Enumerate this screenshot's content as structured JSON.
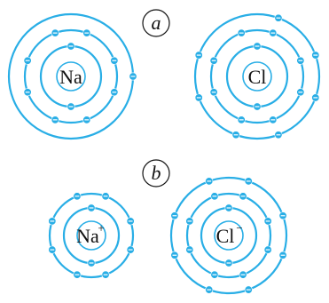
{
  "panels": [
    {
      "label": "a",
      "atoms": [
        {
          "name": "sodium-atom",
          "symbol": "Na",
          "charge": "",
          "shells": [
            2,
            8,
            1
          ]
        },
        {
          "name": "chlorine-atom",
          "symbol": "Cl",
          "charge": "",
          "shells": [
            2,
            8,
            7
          ]
        }
      ]
    },
    {
      "label": "b",
      "atoms": [
        {
          "name": "sodium-ion",
          "symbol": "Na",
          "charge": "+",
          "shells": [
            2,
            8
          ]
        },
        {
          "name": "chloride-ion",
          "symbol": "Cl",
          "charge": "−",
          "shells": [
            2,
            8,
            8
          ]
        }
      ]
    }
  ],
  "colors": {
    "shell": "#29aee6",
    "electron": "#29aee6",
    "text": "#111111"
  }
}
